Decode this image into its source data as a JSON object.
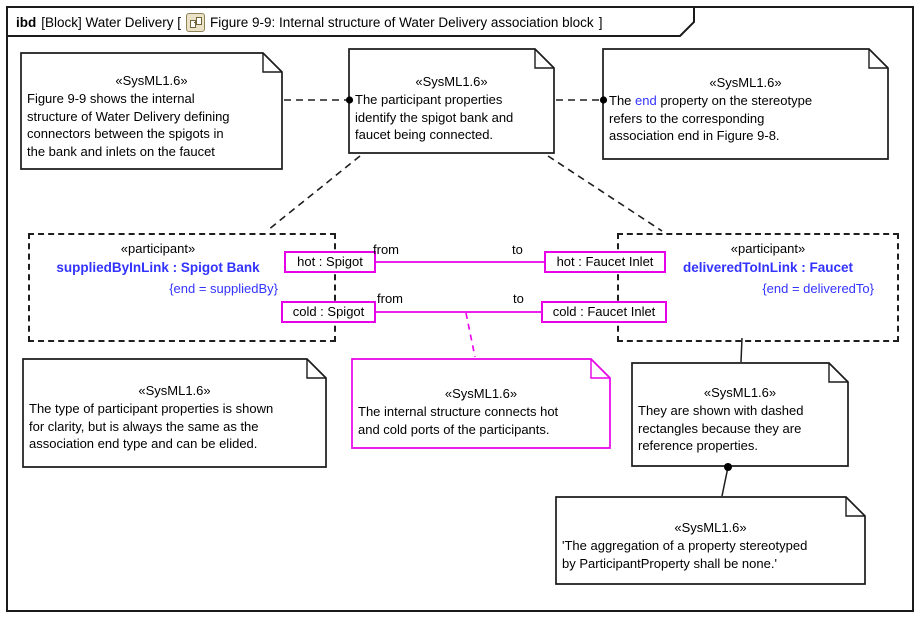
{
  "colors": {
    "magenta": "#E800E8",
    "blue": "#3333FF"
  },
  "header": {
    "keyword": "ibd",
    "context": "[Block] Water Delivery [",
    "icon": "diagram-icon",
    "figure_label": "Figure 9-9: Internal structure of Water Delivery association block",
    "close_bracket": "]"
  },
  "notes": {
    "figure_description": {
      "stereotype": "«SysML1.6»",
      "body": "Figure 9-9 shows the internal\nstructure of Water Delivery defining\nconnectors between the spigots in\nthe bank and inlets on the faucet"
    },
    "participant_properties": {
      "stereotype": "«SysML1.6»",
      "body": "The participant properties\nidentify the spigot bank and\nfaucet being connected."
    },
    "end_property": {
      "stereotype": "«SysML1.6»",
      "body_prefix": "The ",
      "body_keyword": "end",
      "body_suffix": " property on the stereotype\nrefers to the corresponding\nassociation end in Figure 9-8."
    },
    "type_elided": {
      "stereotype": "«SysML1.6»",
      "body": "The type of participant properties is shown\nfor clarity, but is always the same as the\nassociation end type and can be elided."
    },
    "internal_structure": {
      "stereotype": "«SysML1.6»",
      "body": "The internal structure connects hot\nand cold ports of the participants."
    },
    "dashed_rectangles": {
      "stereotype": "«SysML1.6»",
      "body": "They are shown with dashed\nrectangles because they are\nreference properties."
    },
    "aggregation": {
      "stereotype": "«SysML1.6»",
      "body": "'The aggregation of a property stereotyped\nby ParticipantProperty shall be none.'"
    }
  },
  "participants": {
    "left": {
      "stereotype": "«participant»",
      "name": "suppliedByInLink : Spigot Bank",
      "constraint": "{end = suppliedBy}"
    },
    "right": {
      "stereotype": "«participant»",
      "name": "deliveredToInLink : Faucet",
      "constraint": "{end = deliveredTo}"
    }
  },
  "ports": {
    "hot_spigot": "hot : Spigot",
    "cold_spigot": "cold : Spigot",
    "hot_faucet_inlet": "hot : Faucet Inlet",
    "cold_faucet_inlet": "cold : Faucet Inlet"
  },
  "connectors": {
    "hot": {
      "from_label": "from",
      "to_label": "to"
    },
    "cold": {
      "from_label": "from",
      "to_label": "to"
    }
  }
}
